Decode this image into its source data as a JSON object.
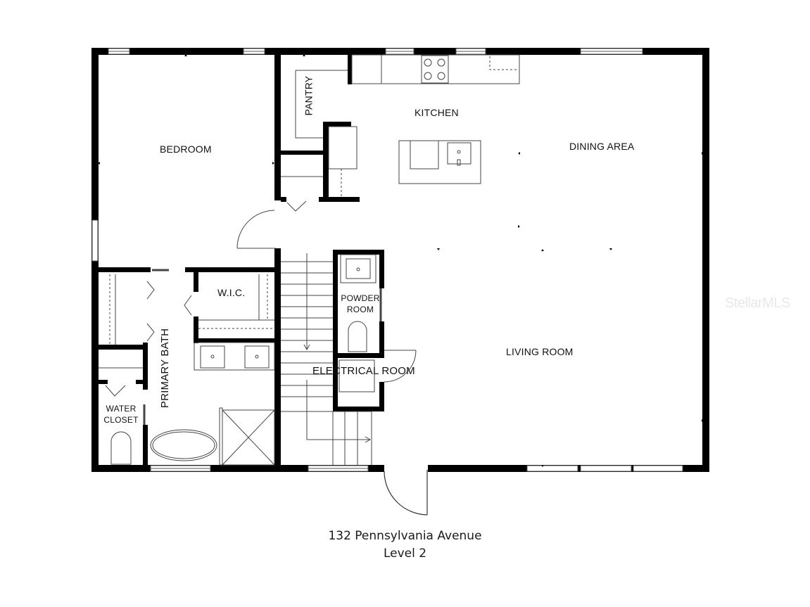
{
  "floorplan": {
    "rooms": {
      "bedroom": "BEDROOM",
      "pantry": "PANTRY",
      "kitchen": "KITCHEN",
      "dining_area": "DINING AREA",
      "wic": "W.I.C.",
      "powder_room_line1": "POWDER",
      "powder_room_line2": "ROOM",
      "primary_bath": "PRIMARY BATH",
      "electrical_room": "ELECTRICAL ROOM",
      "living_room": "LIVING ROOM",
      "water_closet_line1": "WATER",
      "water_closet_line2": "CLOSET"
    },
    "caption": {
      "address": "132 Pennsylvania Avenue",
      "level": "Level 2"
    },
    "watermark": "StellarMLS",
    "colors": {
      "wall": "#000000",
      "line": "#333333",
      "background": "#ffffff"
    }
  }
}
